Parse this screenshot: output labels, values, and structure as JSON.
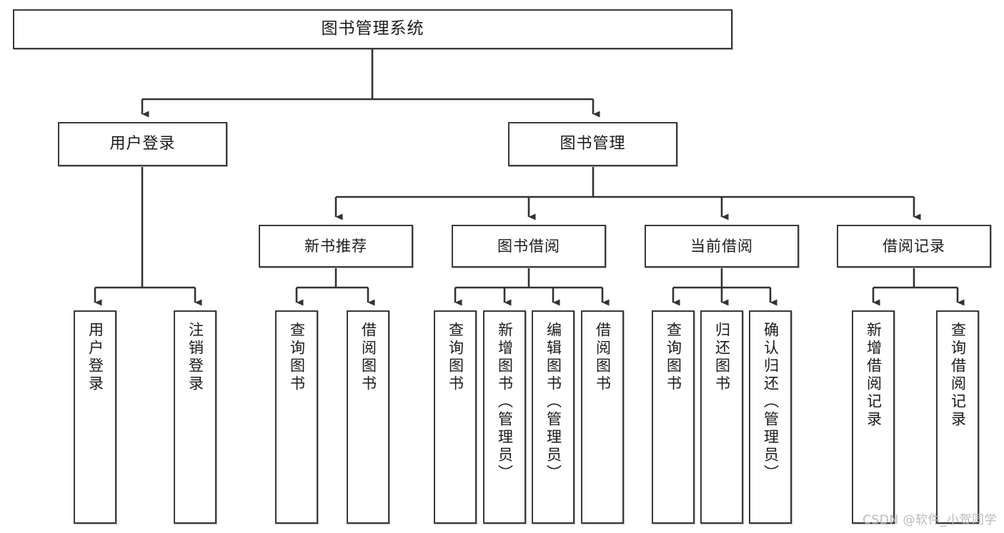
{
  "diagram": {
    "type": "tree",
    "title": "图书管理系统",
    "theme": {
      "box_border": "#3a3a3a",
      "box_fill": "#ffffff",
      "connector": "#333333",
      "text": "#1b1b1b",
      "background": "#ffffff",
      "watermark_color": "#b9b9b9"
    },
    "root": {
      "label": "图书管理系统"
    },
    "level2": [
      {
        "label": "用户登录"
      },
      {
        "label": "图书管理"
      }
    ],
    "level3": [
      {
        "label": "新书推荐"
      },
      {
        "label": "图书借阅"
      },
      {
        "label": "当前借阅"
      },
      {
        "label": "借阅记录"
      }
    ],
    "leaves": {
      "user_login": [
        {
          "label": "用户登录"
        },
        {
          "label": "注销登录"
        }
      ],
      "new_book": [
        {
          "label": "查询图书"
        },
        {
          "label": "借阅图书"
        }
      ],
      "book_borrow": [
        {
          "label": "查询图书"
        },
        {
          "label": "新增图书（管理员）"
        },
        {
          "label": "编辑图书（管理员）"
        },
        {
          "label": "借阅图书"
        }
      ],
      "current_borrow": [
        {
          "label": "查询图书"
        },
        {
          "label": "归还图书"
        },
        {
          "label": "确认归还（管理员）"
        }
      ],
      "borrow_record": [
        {
          "label": "新增借阅记录"
        },
        {
          "label": "查询借阅记录"
        }
      ]
    }
  },
  "watermark": {
    "text": "CSDN @软件_小贺同学"
  }
}
